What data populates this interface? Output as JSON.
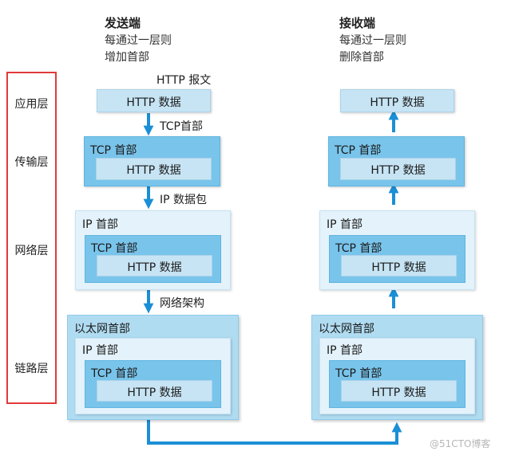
{
  "sender": {
    "title": "发送端",
    "line1": "每通过一层则",
    "line2": "增加首部"
  },
  "receiver": {
    "title": "接收端",
    "line1": "每通过一层则",
    "line2": "删除首部"
  },
  "layers": [
    "应用层",
    "传输层",
    "网络层",
    "链路层"
  ],
  "labels": {
    "http_msg": "HTTP 报文",
    "http_data": "HTTP 数据",
    "tcp_header": "TCP 首部",
    "ip_header": "IP 首部",
    "eth_header": "以太网首部",
    "arrow_tcp": "TCP首部",
    "arrow_ip": "IP 数据包",
    "arrow_net": "网络架构"
  },
  "colors": {
    "layer_frame": "#e23a3a",
    "arrow": "#1b8fd6"
  },
  "watermark": "@51CTO博客"
}
